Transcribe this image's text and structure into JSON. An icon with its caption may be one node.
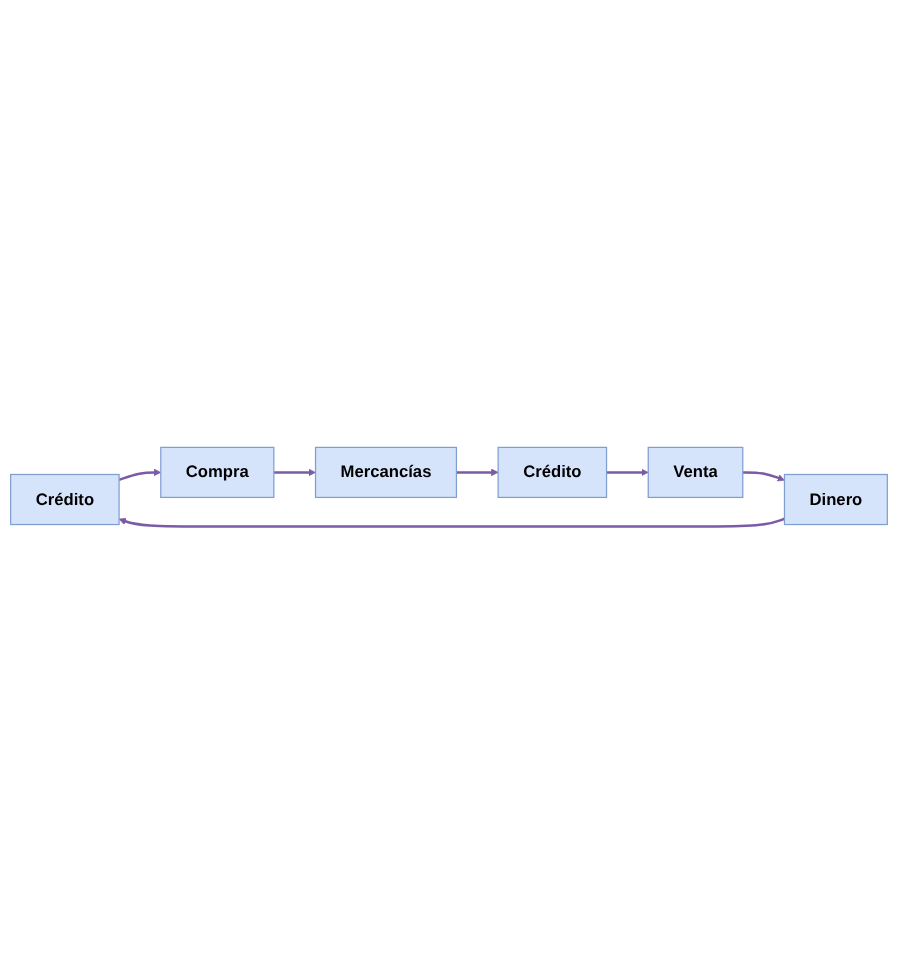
{
  "diagram": {
    "nodes": [
      {
        "text": [
          "Crédito"
        ]
      },
      {
        "text": [
          "Compra"
        ]
      },
      {
        "text": [
          "Mercancías"
        ]
      },
      {
        "text": [
          "Crédito"
        ]
      },
      {
        "text": [
          "Venta"
        ]
      },
      {
        "text": [
          "Dinero"
        ]
      }
    ],
    "edges": [
      {
        "from": 0,
        "to": 1,
        "arrow": "to"
      },
      {
        "from": 1,
        "to": 2,
        "arrow": "to"
      },
      {
        "from": 2,
        "to": 3,
        "arrow": "to"
      },
      {
        "from": 3,
        "to": 4,
        "arrow": "to"
      },
      {
        "from": 4,
        "to": 5,
        "arrow": "to"
      },
      {
        "from": 5,
        "to": 0,
        "arrow": "to"
      }
    ]
  }
}
